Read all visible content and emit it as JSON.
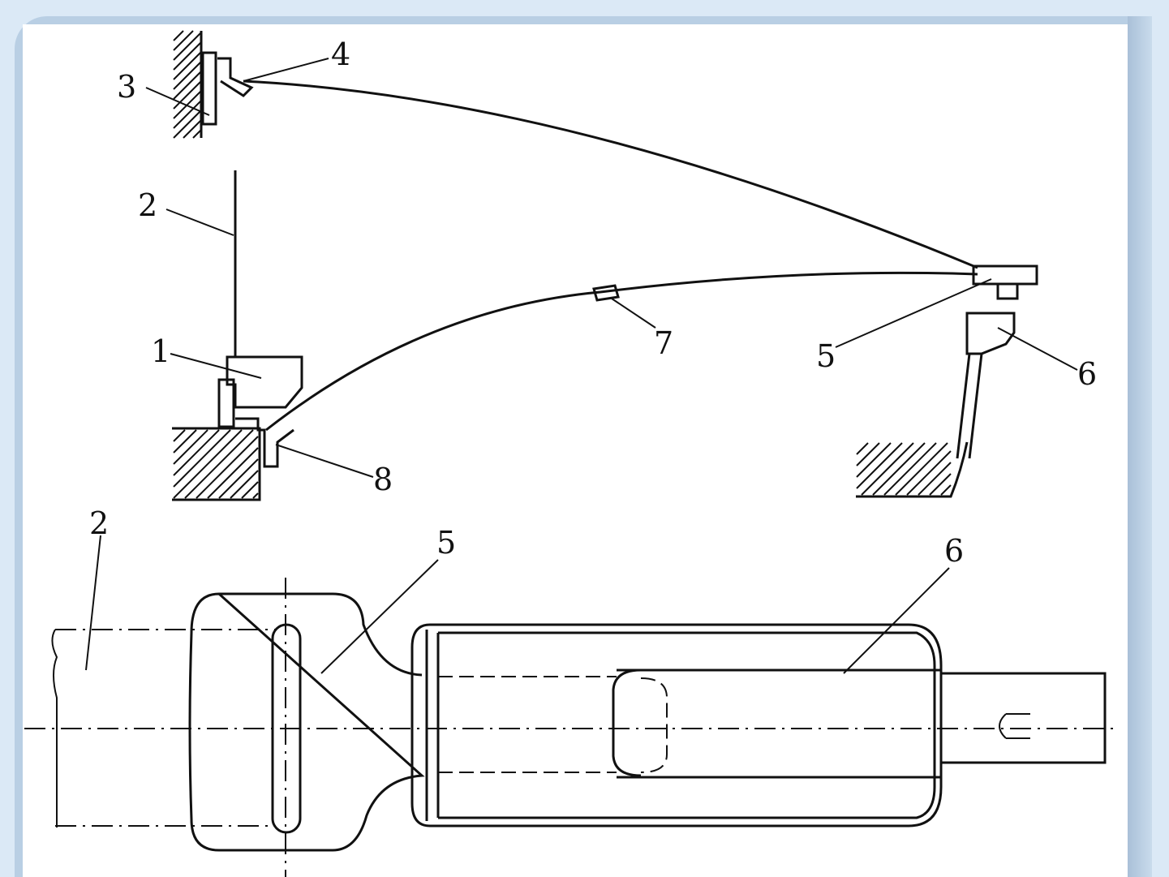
{
  "labels": {
    "top_1": "1",
    "top_2": "2",
    "top_3": "3",
    "top_4": "4",
    "top_5": "5",
    "top_6": "6",
    "top_7": "7",
    "top_8": "8",
    "bottom_2": "2",
    "bottom_5": "5",
    "bottom_6": "6"
  },
  "colors": {
    "background": "#dbe9f6",
    "frame": "#b9cfe4",
    "canvas": "#ffffff",
    "ink": "#111111"
  }
}
